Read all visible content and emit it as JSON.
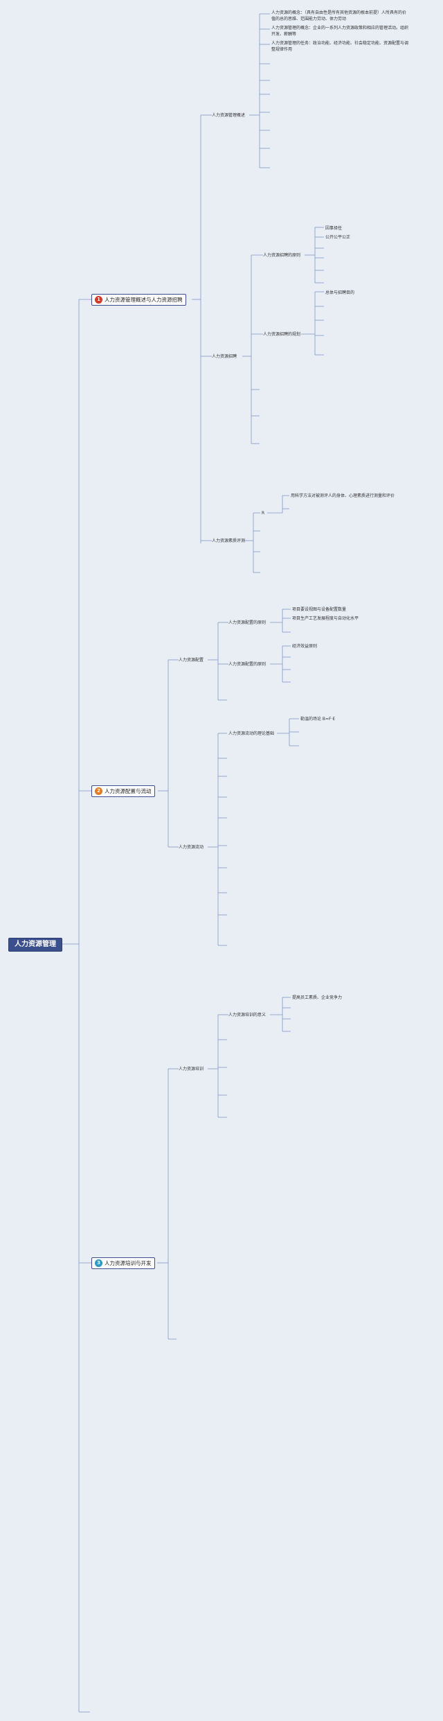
{
  "root": {
    "label": "人力资源管理"
  },
  "branches": [
    {
      "num": "1",
      "label": "人力资源管理概述与人力资源招聘",
      "color": "#d23a2a"
    },
    {
      "num": "2",
      "label": "人力资源配置与流动",
      "color": "#e07b22"
    },
    {
      "num": "3",
      "label": "人力资源培训与开发",
      "color": "#2a9ac2"
    }
  ],
  "nodes": {
    "overview": "人力资源管理概述",
    "recruit": "人力资源招聘",
    "recruit_principle": "人力资源招聘的原则",
    "recruit_plan": "人力资源招聘的规划",
    "quality": "人力资源素质评测",
    "config": "人力资源配置",
    "config_principle": "人力资源配置的原则",
    "config_factors": "人力资源配置的原则",
    "flow": "人力资源流动",
    "flow_factors": "人力资源流动的理论基础",
    "training": "人力资源培训",
    "training_meaning": "人力资源培训的意义"
  },
  "leaves": {
    "overview_1": "人力资源的概念：（具有自由性是所有其他资源的根本前提）人所具有的价值的总的思维、范围能力劳动、体力劳动",
    "overview_2": "人力资源管理的概念：企业的一系列人力资源政策和相应的管理活动。组织开发、薪酬等",
    "overview_3": "人力资源管理的任务：政治功能、经济功能、社会稳定功能、资源配置与调整规律作用",
    "principle_1": "因事择任",
    "principle_2": "公开公平公正",
    "plan_1": "总体与招聘目的",
    "quality_tag": "R",
    "quality_1": "用科学方法对被测评人的身体、心理素质进行测量和评价",
    "config_1": "项目要设视图与设备配置数量",
    "config_2": "项目生产工艺发展程度与自动化水平",
    "factor_1": "经济效益原则",
    "flow_1": "勒温的场论 B=F·E",
    "training_1": "提高员工素质、企业竞争力"
  }
}
